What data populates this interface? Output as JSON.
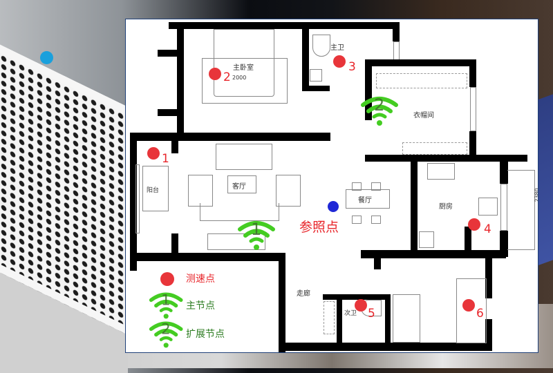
{
  "title": "Wi-Fi mesh speed test floor plan",
  "colors": {
    "test_point": "#e8353a",
    "reference_point": "#1f28d6",
    "wifi_icon": "#44cc22",
    "legend_green_text": "#2e7d23",
    "legend_red_text": "#e8262b",
    "panel_border": "#1e3f78",
    "router_led": "#1aa0dc"
  },
  "rooms": {
    "master_bedroom": "主卧室",
    "master_bedroom_dim": "2000",
    "master_bath": "主卫",
    "walk_in_closet": "衣帽间",
    "living_room": "客厅",
    "balcony": "阳台",
    "dining_room": "餐厅",
    "kitchen": "厨房",
    "kitchen_dim": "2380",
    "hallway": "走廊",
    "guest_bath": "次卫"
  },
  "test_points": [
    {
      "id": "1",
      "label": "1"
    },
    {
      "id": "2",
      "label": "2"
    },
    {
      "id": "3",
      "label": "3"
    },
    {
      "id": "4",
      "label": "4"
    },
    {
      "id": "5",
      "label": "5"
    },
    {
      "id": "6",
      "label": "6"
    }
  ],
  "reference_point": {
    "label": "参照点"
  },
  "nodes": [
    {
      "id": "main",
      "label": "1",
      "type": "主节点"
    },
    {
      "id": "extender",
      "label": "2",
      "type": "扩展节点"
    }
  ],
  "legend": {
    "test_point_label": "测速点",
    "main_node_label": "主节点",
    "main_node_num": "1",
    "extender_node_label": "扩展节点",
    "extender_node_num": "2"
  }
}
